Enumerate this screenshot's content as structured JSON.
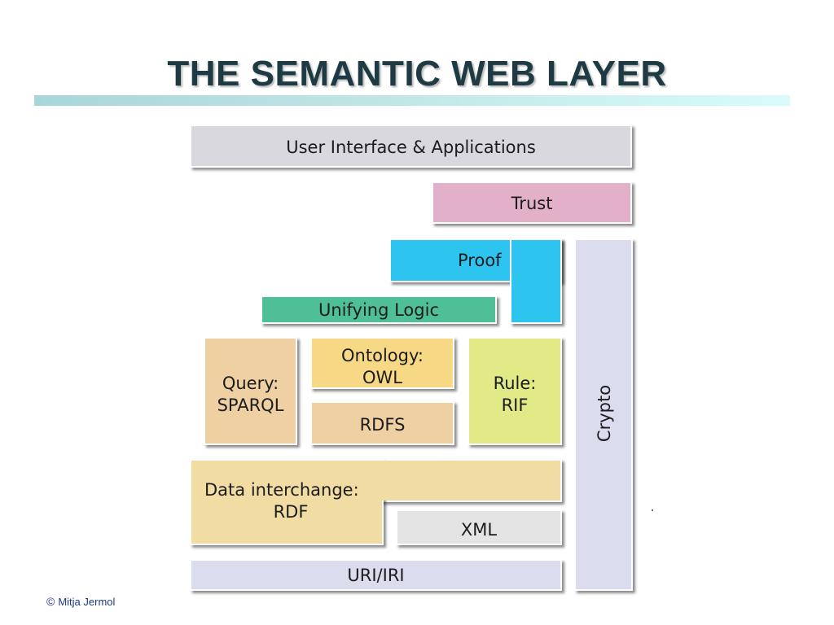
{
  "title": "THE SEMANTIC WEB LAYER",
  "layers": {
    "ui_apps": "User Interface & Applications",
    "trust": "Trust",
    "proof": "Proof",
    "unifying_logic": "Unifying Logic",
    "query_line1": "Query:",
    "query_line2": "SPARQL",
    "ontology_line1": "Ontology:",
    "ontology_line2": "OWL",
    "rdfs": "RDFS",
    "rule_line1": "Rule:",
    "rule_line2": "RIF",
    "crypto": "Crypto",
    "data_line1": "Data interchange:",
    "data_line2": "RDF",
    "xml": "XML",
    "uri": "URI/IRI"
  },
  "colors": {
    "title": "#1e3b43",
    "ui_apps": "#d8d8de",
    "trust": "#e2b1c9",
    "proof": "#2ec4f0",
    "unifying_logic": "#4fbf97",
    "query": "#efd0a3",
    "ontology": "#f7d884",
    "rdfs": "#efd0a3",
    "rule": "#e2e987",
    "crypto": "#dcdcef",
    "rdf": "#f1dca4",
    "xml": "#e4e4e4",
    "uri": "#dcdcef"
  },
  "copyright": {
    "symbol": "©",
    "author": "Mitja Jermol"
  }
}
